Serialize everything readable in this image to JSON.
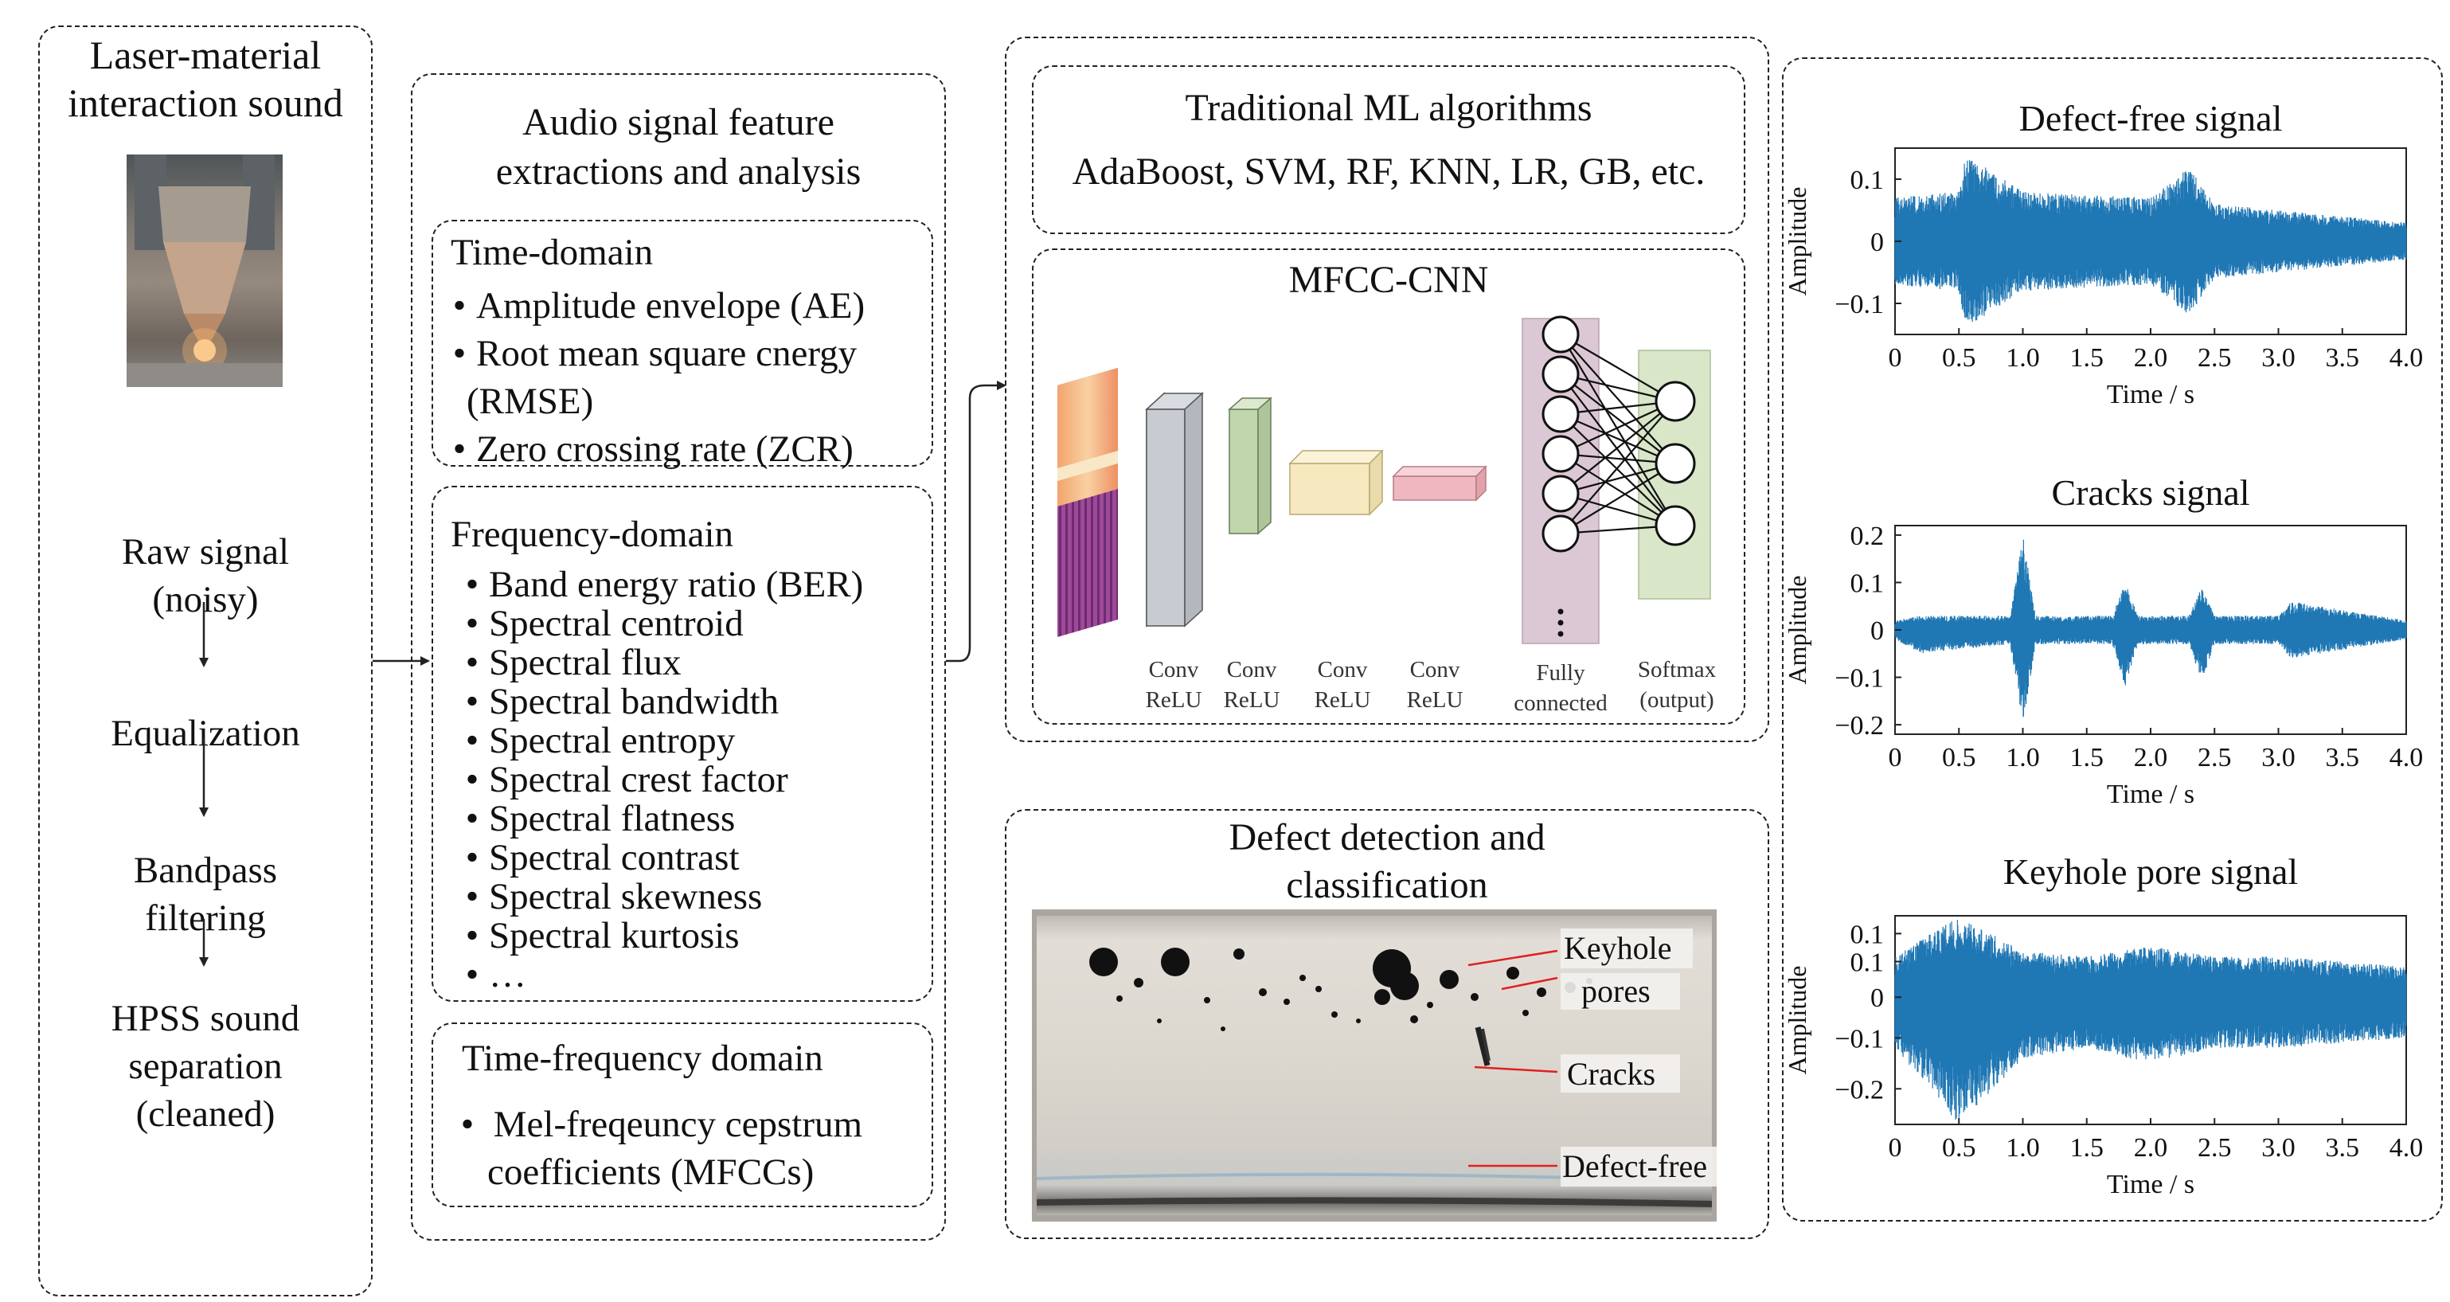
{
  "col1": {
    "title_line1": "Laser-material",
    "title_line2": "interaction sound",
    "steps": [
      {
        "l1": "Raw signal",
        "l2": "(noisy)"
      },
      {
        "l1": "Equalization",
        "l2": ""
      },
      {
        "l1": "Bandpass",
        "l2": "filtering"
      },
      {
        "l1": "HPSS sound",
        "l2": "separation",
        "l3": "(cleaned)"
      }
    ]
  },
  "col2": {
    "title_line1": "Audio signal feature",
    "title_line2": "extractions and analysis",
    "time_domain": {
      "heading": "Time-domain",
      "items": [
        "Amplitude envelope (AE)",
        "Root mean square cnergy",
        "(RMSE)",
        "Zero crossing rate (ZCR)"
      ]
    },
    "frequency_domain": {
      "heading": "Frequency-domain",
      "items": [
        "Band energy ratio (BER)",
        "Spectral centroid",
        "Spectral flux",
        "Spectral bandwidth",
        "Spectral entropy",
        "Spectral crest factor",
        "Spectral flatness",
        "Spectral contrast",
        "Spectral skewness",
        "Spectral kurtosis",
        "…"
      ]
    },
    "time_frequency": {
      "heading": "Time-frequency domain",
      "item_line1": "Mel-freqeuncy cepstrum",
      "item_line2": "coefficients (MFCCs)"
    }
  },
  "ml": {
    "title": "Traditional ML algorithms",
    "algorithms": "AdaBoost, SVM, RF, KNN, LR, GB, etc."
  },
  "cnn": {
    "title": "MFCC-CNN",
    "layers": [
      {
        "l1": "Conv",
        "l2": "ReLU"
      },
      {
        "l1": "Conv",
        "l2": "ReLU"
      },
      {
        "l1": "Conv",
        "l2": "ReLU"
      },
      {
        "l1": "Conv",
        "l2": "ReLU"
      },
      {
        "l1": "Fully",
        "l2": "connected"
      },
      {
        "l1": "Softmax",
        "l2": "(output)"
      }
    ],
    "colors": {
      "conv1": "#c8ccd2",
      "conv2": "#cfe0bf",
      "conv3": "#f6e9bf",
      "conv4": "#efb8c0",
      "fc": "#dcc8d4",
      "softmax": "#d9e6c8"
    }
  },
  "defect": {
    "title_line1": "Defect detection and",
    "title_line2": "classification",
    "labels": {
      "keyhole_l1": "Keyhole",
      "keyhole_l2": "pores",
      "cracks": "Cracks",
      "defect_free": "Defect-free"
    },
    "pointer_color": "#e02020"
  },
  "signals": {
    "line_color": "#1f77b4",
    "ylabel": "Amplitude",
    "xlabel": "Time / s",
    "xticks": [
      "0",
      "0.5",
      "1.0",
      "1.5",
      "2.0",
      "2.5",
      "3.0",
      "3.5",
      "4.0"
    ],
    "panels": [
      {
        "title": "Defect-free signal",
        "yticks": [
          "0.1",
          "0",
          "−0.1"
        ]
      },
      {
        "title": "Cracks signal",
        "yticks": [
          "0.2",
          "0.1",
          "0",
          "−0.1",
          "−0.2"
        ]
      },
      {
        "title": "Keyhole pore signal",
        "yticks": [
          "0.1",
          "0.1",
          "0",
          "−0.1",
          "−0.2"
        ]
      }
    ]
  },
  "chart_data": [
    {
      "type": "line",
      "title": "Defect-free signal",
      "xlabel": "Time / s",
      "ylabel": "Amplitude",
      "xlim": [
        0,
        4.0
      ],
      "ylim": [
        -0.15,
        0.15
      ],
      "envelope": {
        "x": [
          0,
          0.5,
          0.55,
          1.0,
          1.5,
          2.0,
          2.3,
          2.5,
          3.0,
          3.5,
          4.0
        ],
        "upper": [
          0.07,
          0.08,
          0.14,
          0.08,
          0.075,
          0.07,
          0.12,
          0.06,
          0.05,
          0.04,
          0.03
        ],
        "lower": [
          -0.07,
          -0.08,
          -0.14,
          -0.08,
          -0.075,
          -0.07,
          -0.12,
          -0.06,
          -0.05,
          -0.04,
          -0.03
        ]
      }
    },
    {
      "type": "line",
      "title": "Cracks signal",
      "xlabel": "Time / s",
      "ylabel": "Amplitude",
      "xlim": [
        0,
        4.0
      ],
      "ylim": [
        -0.22,
        0.22
      ],
      "envelope": {
        "x": [
          0,
          0.2,
          0.9,
          1.0,
          1.1,
          1.7,
          1.8,
          1.9,
          2.3,
          2.4,
          2.5,
          3.0,
          3.1,
          4.0
        ],
        "upper": [
          0.02,
          0.03,
          0.03,
          0.2,
          0.03,
          0.03,
          0.1,
          0.03,
          0.03,
          0.09,
          0.03,
          0.03,
          0.06,
          0.02
        ],
        "lower": [
          -0.02,
          -0.05,
          -0.03,
          -0.2,
          -0.03,
          -0.03,
          -0.12,
          -0.03,
          -0.03,
          -0.11,
          -0.03,
          -0.03,
          -0.06,
          -0.02
        ]
      }
    },
    {
      "type": "line",
      "title": "Keyhole pore signal",
      "xlabel": "Time / s",
      "ylabel": "Amplitude",
      "xlim": [
        0,
        4.0
      ],
      "ylim": [
        -0.25,
        0.16
      ],
      "envelope": {
        "x": [
          0,
          0.5,
          1.0,
          1.5,
          2.0,
          2.5,
          3.0,
          3.5,
          4.0
        ],
        "upper": [
          0.08,
          0.16,
          0.09,
          0.08,
          0.1,
          0.08,
          0.08,
          0.07,
          0.06
        ],
        "lower": [
          -0.1,
          -0.25,
          -0.12,
          -0.1,
          -0.13,
          -0.1,
          -0.1,
          -0.09,
          -0.08
        ]
      }
    }
  ]
}
